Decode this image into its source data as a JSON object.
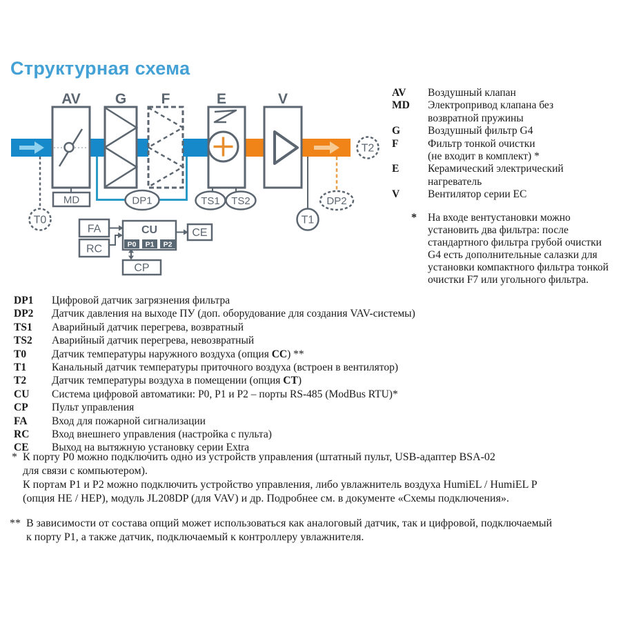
{
  "title": "Структурная схема",
  "colors": {
    "title_blue": "#44A1D6",
    "duct_blue": "#1689CB",
    "duct_orange": "#F08418",
    "arrow_light_blue": "#8FD0EE",
    "arrow_light_orange": "#F7C993",
    "line_gray": "#5C6670",
    "dp1_line_teal": "#2B9AC7",
    "dp2_line_orange": "#E8A04A",
    "port_box_gray": "#5A6873"
  },
  "diagram": {
    "labels": {
      "av": "AV",
      "g": "G",
      "f": "F",
      "e": "E",
      "v": "V"
    },
    "nodes": {
      "md": "MD",
      "dp1": "DP1",
      "ts1": "TS1",
      "ts2": "TS2",
      "t0": "T0",
      "t1": "T1",
      "t2": "T2",
      "dp2": "DP2",
      "cu": "CU",
      "cp": "CP",
      "fa": "FA",
      "rc": "RC",
      "ce": "CE"
    },
    "ports": {
      "p0": "P0",
      "p1": "P1",
      "p2": "P2"
    }
  },
  "legend": {
    "items": [
      {
        "term": "AV",
        "desc": "Воздушный клапан"
      },
      {
        "term": "MD",
        "desc": "Электропривод клапана без\nвозвратной пружины"
      },
      {
        "term": "G",
        "desc": "Воздушный фильтр G4"
      },
      {
        "term": "F",
        "desc": "Фильтр тонкой очистки\n(не входит в комплект) *"
      },
      {
        "term": "E",
        "desc": "Керамический электрический\nнагреватель"
      },
      {
        "term": "V",
        "desc": "Вентилятор серии EC"
      }
    ]
  },
  "note_star": {
    "marker": "*",
    "text": "На входе вентустановки можно\nустановить два фильтра: после\nстандартного фильтра грубой очистки\nG4 есть дополнительные салазки для\nустановки компактного фильтра тонкой\nочистки F7 или угольного фильтра."
  },
  "abbr": {
    "items": [
      {
        "term": "DP1",
        "pre": "Цифровой датчик загрязнения фильтра",
        "bold": "",
        "post": ""
      },
      {
        "term": "DP2",
        "pre": "Датчик давления на выходе ПУ (доп. оборудование для создания VAV-системы)",
        "bold": "",
        "post": ""
      },
      {
        "term": "TS1",
        "pre": "Аварийный датчик перегрева, возвратный",
        "bold": "",
        "post": ""
      },
      {
        "term": "TS2",
        "pre": "Аварийный датчик перегрева, невозвратный",
        "bold": "",
        "post": ""
      },
      {
        "term": "T0",
        "pre": "Датчик температуры наружного воздуха (опция ",
        "bold": "CC",
        "post": ") **"
      },
      {
        "term": "T1",
        "pre": "Канальный датчик температуры приточного воздуха (встроен в вентилятор)",
        "bold": "",
        "post": ""
      },
      {
        "term": "T2",
        "pre": "Датчик температуры воздуха в помещении (опция ",
        "bold": "CT",
        "post": ")"
      },
      {
        "term": "CU",
        "pre": "Система цифровой автоматики: P0, P1 и P2 – порты RS-485 (ModBus RTU)*",
        "bold": "",
        "post": ""
      },
      {
        "term": "CP",
        "pre": "Пульт управления",
        "bold": "",
        "post": ""
      },
      {
        "term": "FA",
        "pre": "Вход для пожарной сигнализации",
        "bold": "",
        "post": ""
      },
      {
        "term": "RC",
        "pre": "Вход внешнего управления (настройка с пульта)",
        "bold": "",
        "post": ""
      },
      {
        "term": "CE",
        "pre": "Выход на вытяжную установку серии Extra",
        "bold": "",
        "post": ""
      }
    ]
  },
  "footnotes": [
    {
      "marker": "*",
      "text": "К порту P0 можно подключить одно из устройств управления (штатный пульт, USB-адаптер BSA-02\nдля связи с компьютером).\nК портам P1 и P2 можно подключить устройство управления, либо увлажнитель воздуха HumiEL /  HumiEL P\n(опция HE / HEP), модуль JL208DP (для VAV) и др. Подробнее см. в документе «Схемы подключения»."
    },
    {
      "marker": "**",
      "text": "В зависимости от состава опций может использоваться как аналоговый датчик, так и цифровой, подключаемый\nк порту P1, а также датчик, подключаемый к контроллеру увлажнителя."
    }
  ]
}
